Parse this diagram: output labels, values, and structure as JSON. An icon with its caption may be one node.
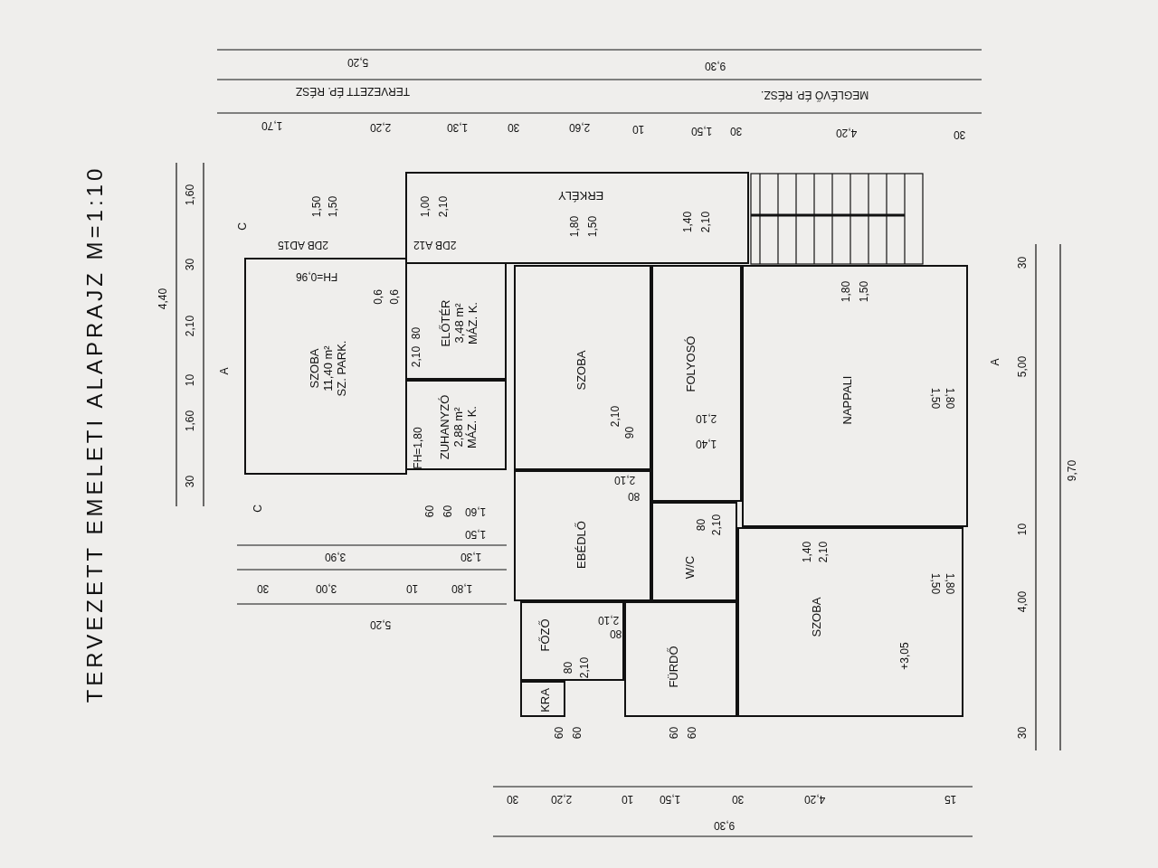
{
  "diagram": {
    "title": "TERVEZETT EMELETI ALAPRAJZ M=1:10",
    "nodes": [
      {
        "text": [
          "ERKÉLY"
        ]
      },
      {
        "text": [
          "SZOBA",
          "11,40 m²",
          "SZ. PARK."
        ]
      },
      {
        "text": [
          "ELŐTÉR",
          "3,48 m²",
          "MÁZ. K."
        ]
      },
      {
        "text": [
          "ZUHANYZÓ",
          "2,88 m²",
          "MÁZ. K."
        ]
      },
      {
        "text": [
          "SZOBA"
        ]
      },
      {
        "text": [
          "FOLYOSÓ"
        ]
      },
      {
        "text": [
          "NAPPALI"
        ]
      },
      {
        "text": [
          "EBÉDLŐ"
        ]
      },
      {
        "text": [
          "W/C"
        ]
      },
      {
        "text": [
          "FŐZŐ"
        ]
      },
      {
        "text": [
          "KRA"
        ]
      },
      {
        "text": [
          "FÜRDŐ"
        ]
      },
      {
        "text": [
          "SZOBA"
        ]
      }
    ],
    "labels": [
      "5,20",
      "9,30",
      "TERVEZETT ÉP. RÉSZ",
      "MEGLÉVŐ ÉP. RÉSZ.",
      "1,70",
      "2,20",
      "1,30",
      "30",
      "2,60",
      "10",
      "1,50",
      "30",
      "4,20",
      "30",
      "4,40",
      "1,60",
      "30",
      "2,10",
      "10",
      "1,60",
      "30",
      "C",
      "A",
      "C",
      "2DB AD15",
      "1,50",
      "1,50",
      "FH=0,96",
      "2DB A12",
      "1,00",
      "2,10",
      "0,6",
      "0,6",
      "80",
      "2,10",
      "FH=1,80",
      "60",
      "60",
      "1,60",
      "1,50",
      "3,90",
      "1,30",
      "30",
      "3,00",
      "10",
      "1,80",
      "5,20",
      "1,80",
      "1,50",
      "1,40",
      "2,10",
      "1,80",
      "1,50",
      "1,50",
      "1,80",
      "2,10",
      "90",
      "2,10",
      "1,40",
      "2,10",
      "80",
      "80",
      "2,10",
      "1,40",
      "2,10",
      "1,50",
      "1,80",
      "2,10",
      "80",
      "80",
      "2,10",
      "60",
      "60",
      "60",
      "60",
      "+3,05",
      "30",
      "2,20",
      "10",
      "1,50",
      "30",
      "4,20",
      "15",
      "9,30",
      "5,00",
      "4,00",
      "9,70",
      "30",
      "30",
      "10",
      "A"
    ]
  }
}
